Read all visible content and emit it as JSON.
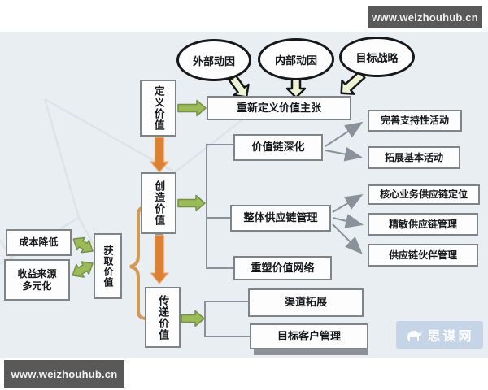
{
  "colors": {
    "diagram_background": "#e9eef3",
    "box_border": "#7f8489",
    "green_arrow": "#9bbb59",
    "orange_arrow": "#dc8034",
    "brace_orange": "#d09a55",
    "connector_gray": "#8a9199",
    "pale_block_arrow": "#eef3d4",
    "watermark_bg": "#595959",
    "logo_bg": "#becfe4"
  },
  "watermark": {
    "site_top_right": "www.weizhouhub.cn",
    "site_bottom_left": "www.weizhouhub.cn"
  },
  "logo": {
    "text": "思谋网"
  },
  "drivers": {
    "external": "外部动因",
    "internal": "内部动因",
    "strategy": "目标战略"
  },
  "stages": {
    "define": "定义价值",
    "create": "创造价值",
    "deliver": "传递价值",
    "capture": "获取价值"
  },
  "nodes": {
    "redefine_value_proposition": "重新定义价值主张",
    "value_chain_deepening": "价值链深化",
    "improve_support_activities": "完善支持性活动",
    "expand_basic_activities": "拓展基本活动",
    "overall_supply_chain_mgmt": "整体供应链管理",
    "core_business_scm_positioning": "核心业务供应链定位",
    "agile_supply_chain_mgmt": "精敏供应链管理",
    "supply_chain_partner_mgmt": "供应链伙伴管理",
    "reshape_value_network": "重塑价值网络",
    "channel_expansion": "渠道拓展",
    "target_customer_mgmt": "目标客户管理",
    "cost_reduction": "成本降低",
    "revenue_diversification": "收益来源\n多元化"
  }
}
